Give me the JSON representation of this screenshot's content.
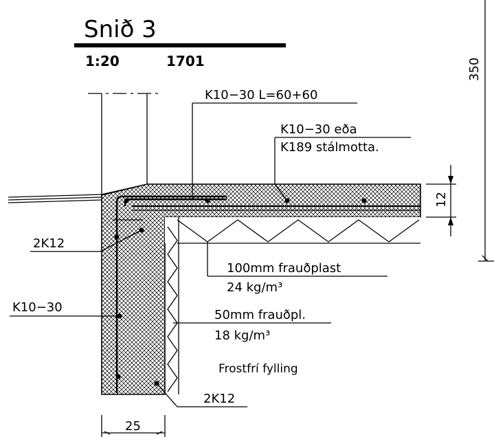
{
  "drawing": {
    "title": "Snið 3",
    "scale": "1:20",
    "drawing_number": "1701"
  },
  "labels": {
    "top_bar": "K10−30 L=60+60",
    "mesh_line1": "K10−30 eða",
    "mesh_line2": "K189 stálmotta.",
    "left_upper": "2K12",
    "left_lower": "K10−30",
    "insulation_100_line1": "100mm frauðplast",
    "insulation_100_line2": "24 kg/m³",
    "insulation_50_line1": "50mm frauðpl.",
    "insulation_50_line2": "18 kg/m³",
    "fill": "Frostfrí fylling",
    "bottom_rebar": "2K12"
  },
  "dimensions": {
    "wall_width": "25",
    "slab_thickness": "12",
    "height": "350"
  }
}
